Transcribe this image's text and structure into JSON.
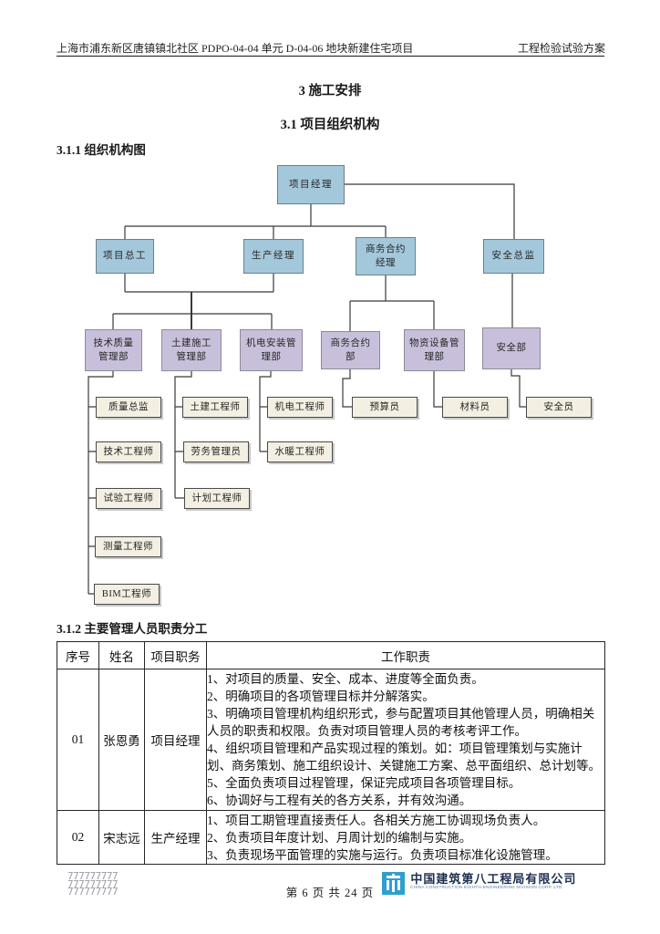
{
  "header": {
    "project": "上海市浦东新区唐镇镇北社区 PDPO-04-04 单元 D-04-06 地块新建住宅项目",
    "doc_type": "工程检验试验方案"
  },
  "headings": {
    "chapter": "3  施工安排",
    "section31": "3.1 项目组织机构",
    "sub311": "3.1.1  组织机构图",
    "sub312": "3.1.2  主要管理人员职责分工"
  },
  "org": {
    "nodes": {
      "pm": "项目经理",
      "chief_engineer": "项目总工",
      "production_manager": "生产经理",
      "commercial_manager": "商务合约经理",
      "safety_director": "安全总监",
      "dept_tech_quality": "技术质量管理部",
      "dept_civil": "土建施工管理部",
      "dept_mep": "机电安装管理部",
      "dept_commercial": "商务合约部",
      "dept_material": "物资设备管理部",
      "dept_safety": "安全部",
      "quality_director": "质量总监",
      "tech_engineer": "技术工程师",
      "test_engineer": "试验工程师",
      "survey_engineer": "测量工程师",
      "bim_engineer": "BIM工程师",
      "civil_engineer": "土建工程师",
      "labor_admin": "劳务管理员",
      "plan_engineer": "计划工程师",
      "mech_engineer": "机电工程师",
      "plumb_engineer": "水暖工程师",
      "estimator": "预算员",
      "material_clerk": "材料员",
      "safety_officer": "安全员"
    }
  },
  "table": {
    "headers": [
      "序号",
      "姓名",
      "项目职务",
      "工作职责"
    ],
    "rows": [
      {
        "no": "01",
        "name": "张恩勇",
        "role": "项目经理",
        "duties": [
          "1、对项目的质量、安全、成本、进度等全面负责。",
          "2、明确项目的各项管理目标并分解落实。",
          "3、明确项目管理机构组织形式，参与配置项目其他管理人员，明确相关人员的职责和权限。负责对项目管理人员的考核考评工作。",
          "4、组织项目管理和产品实现过程的策划。如：项目管理策划与实施计划、商务策划、施工组织设计、关键施工方案、总平面组织、总计划等。",
          "5、全面负责项目过程管理，保证完成项目各项管理目标。",
          "6、协调好与工程有关的各方关系，并有效沟通。"
        ]
      },
      {
        "no": "02",
        "name": "宋志远",
        "role": "生产经理",
        "duties": [
          "1、项目工期管理直接责任人。各相关方施工协调现场负责人。",
          "2、负责项目年度计划、月周计划的编制与实施。",
          "3、负责现场平面管理的实施与运行。负责项目标准化设施管理。"
        ]
      }
    ]
  },
  "footer": {
    "page_text": "第 6 页 共 24 页",
    "watermark_rows": [
      "777777777",
      "777777777",
      "777777777"
    ],
    "company_cn": "中国建筑第八工程局有限公司",
    "company_en": "CHINA CONSTRUCTION EIGHTH ENGINEERING DIVISION CORP. LTD"
  },
  "colors": {
    "box_blue": "#A4C8DB",
    "box_lavender": "#C8C0DB",
    "box_cream": "#F3EFE2",
    "logo_blue": "#2F9FD0",
    "line": "#3a3a3a"
  }
}
